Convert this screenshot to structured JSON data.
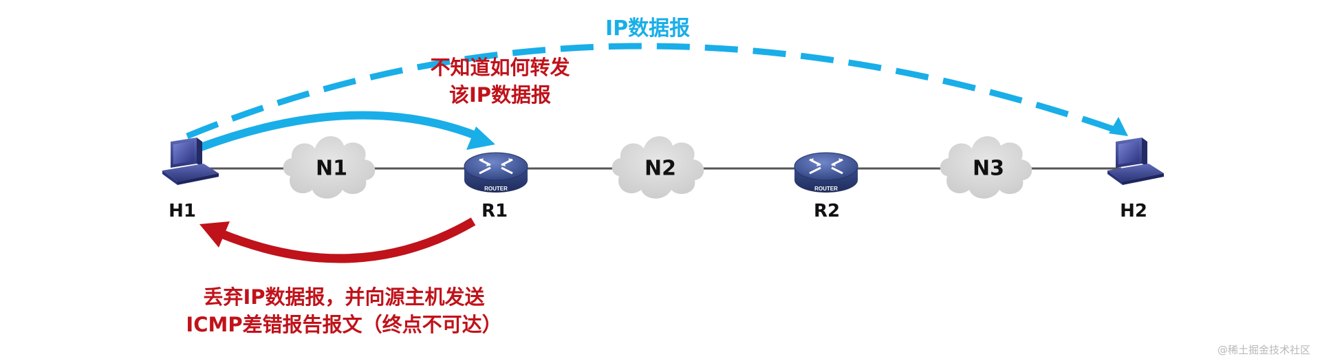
{
  "title_arrow_label": "IP数据报",
  "annotation_top": {
    "line1": "不知道如何转发",
    "line2": "该IP数据报"
  },
  "annotation_bottom": {
    "line1": "丢弃IP数据报，并向源主机发送",
    "line2": "ICMP差错报告报文（终点不可达）"
  },
  "hosts": [
    {
      "id": "H1",
      "label": "H1",
      "icon": "computer-icon"
    },
    {
      "id": "H2",
      "label": "H2",
      "icon": "computer-icon"
    }
  ],
  "routers": [
    {
      "id": "R1",
      "label": "R1",
      "badge": "ROUTER",
      "icon": "router-icon"
    },
    {
      "id": "R2",
      "label": "R2",
      "badge": "ROUTER",
      "icon": "router-icon"
    }
  ],
  "networks": [
    {
      "id": "N1",
      "label": "N1",
      "icon": "cloud-icon"
    },
    {
      "id": "N2",
      "label": "N2",
      "icon": "cloud-icon"
    },
    {
      "id": "N3",
      "label": "N3",
      "icon": "cloud-icon"
    }
  ],
  "colors": {
    "datagram_arrow": "#19aee8",
    "error_arrow": "#c0121a",
    "link_line": "#555555",
    "cloud": "#d9d9d9",
    "router": "#3a4f8c"
  },
  "watermark": "@稀土掘金技术社区"
}
